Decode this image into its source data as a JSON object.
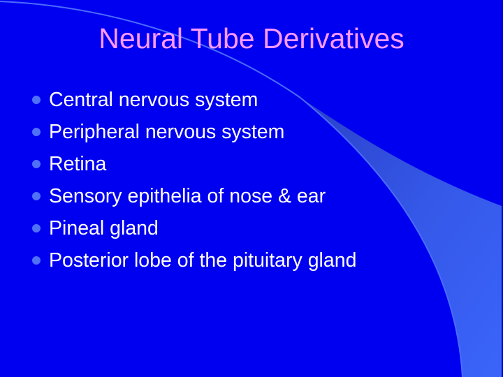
{
  "slide": {
    "title": "Neural Tube Derivatives",
    "bullets": [
      {
        "label": "Central nervous system",
        "icon": "bullet-dot-icon"
      },
      {
        "label": "Peripheral nervous system",
        "icon": "bullet-dot-icon"
      },
      {
        "label": "Retina",
        "icon": "bullet-dot-icon"
      },
      {
        "label": "Sensory epithelia of nose & ear",
        "icon": "bullet-dot-icon"
      },
      {
        "label": "Pineal gland",
        "icon": "bullet-dot-icon"
      },
      {
        "label": "Posterior lobe of the pituitary gland",
        "icon": "bullet-dot-icon"
      }
    ]
  },
  "colors": {
    "background": "#0000f0",
    "title": "#ff99ff",
    "bullet": "#5070f8",
    "text": "#ffffff",
    "swoosh": "#3a5ff8"
  }
}
